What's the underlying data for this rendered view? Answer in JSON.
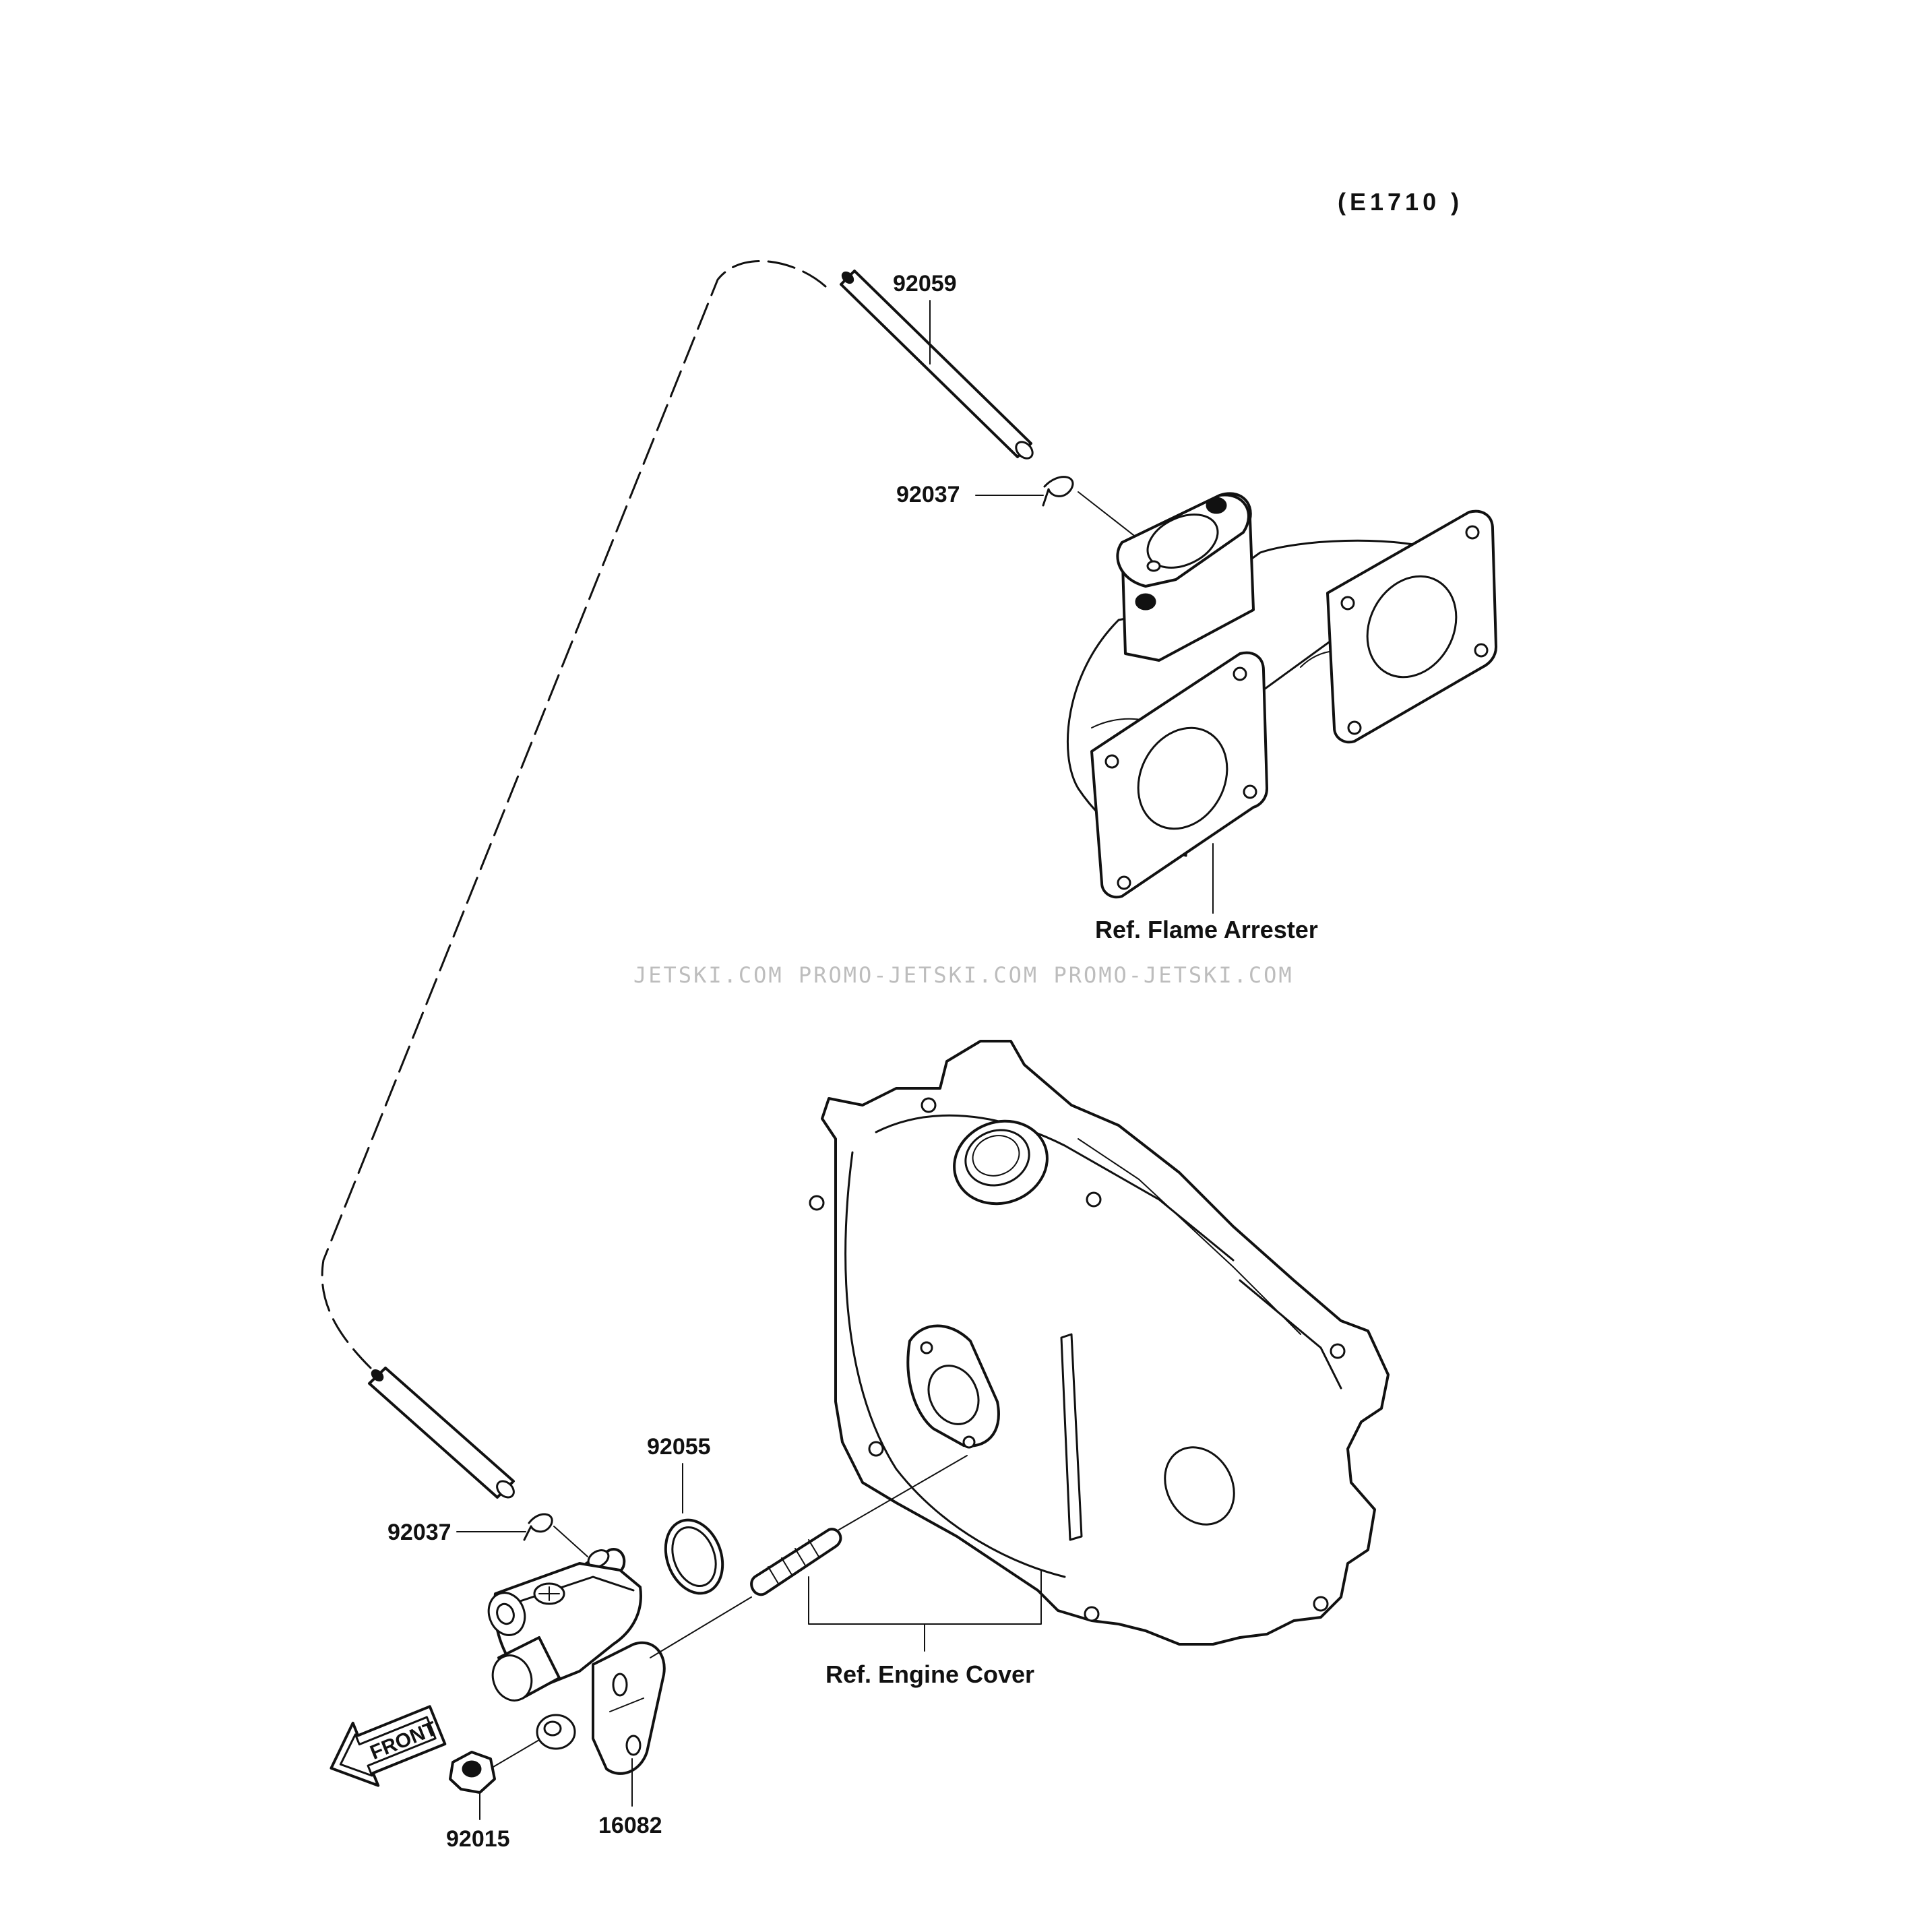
{
  "diagram": {
    "code": "(E1710 )",
    "watermark": "JETSKI.COM  PROMO-JETSKI.COM  PROMO-JETSKI.COM",
    "front_label": "FRONT",
    "parts": {
      "hose_top": "92059",
      "clamp_top": "92037",
      "clamp_bottom": "92037",
      "o_ring": "92055",
      "nut": "92015",
      "pump": "16082"
    },
    "refs": {
      "flame_arrester": "Ref. Flame Arrester",
      "engine_cover": "Ref. Engine Cover"
    }
  }
}
